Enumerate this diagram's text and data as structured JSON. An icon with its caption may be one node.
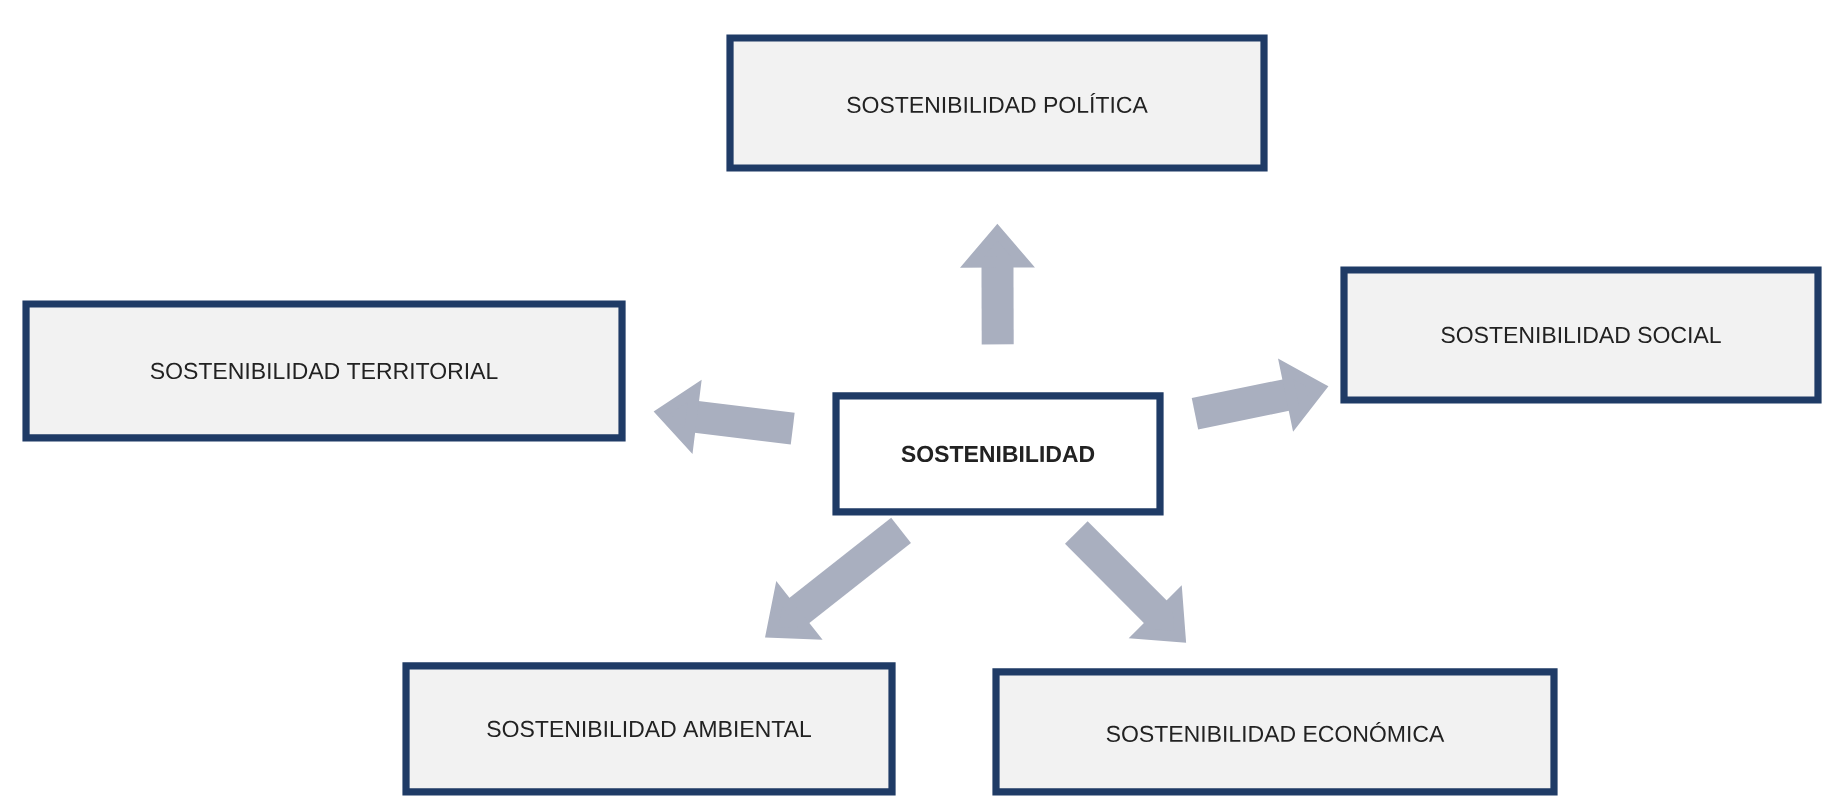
{
  "diagram": {
    "nodes": [
      {
        "text": [
          "SOSTENIBILIDAD POLÍTICA"
        ]
      },
      {
        "text": [
          "SOSTENIBILIDAD SOCIAL"
        ]
      },
      {
        "text": [
          "SOSTENIBILIDAD TERRITORIAL"
        ]
      },
      {
        "text": [
          "SOSTENIBILIDAD"
        ]
      },
      {
        "text": [
          "SOSTENIBILIDAD AMBIENTAL"
        ]
      },
      {
        "text": [
          "SOSTENIBILIDAD ECONÓMICA"
        ]
      }
    ],
    "edges": [
      {
        "from": 3,
        "to": 0,
        "arrow": "to"
      },
      {
        "from": 3,
        "to": 1,
        "arrow": "to"
      },
      {
        "from": 3,
        "to": 2,
        "arrow": "to"
      },
      {
        "from": 3,
        "to": 4,
        "arrow": "to"
      },
      {
        "from": 3,
        "to": 5,
        "arrow": "to"
      }
    ]
  }
}
